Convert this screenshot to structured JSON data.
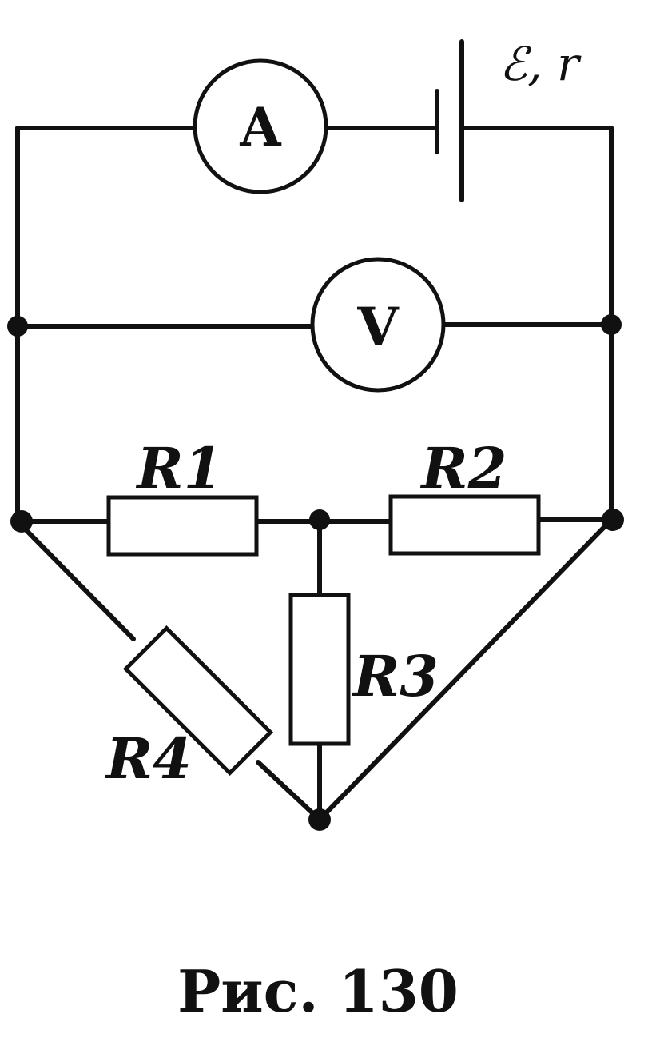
{
  "diagram": {
    "emf_label": "ℰ, r",
    "ammeter_symbol": "A",
    "voltmeter_symbol": "V",
    "resistor_labels": {
      "r1": "R1",
      "r2": "R2",
      "r3": "R3",
      "r4": "R4"
    },
    "caption": "Рис. 130"
  }
}
